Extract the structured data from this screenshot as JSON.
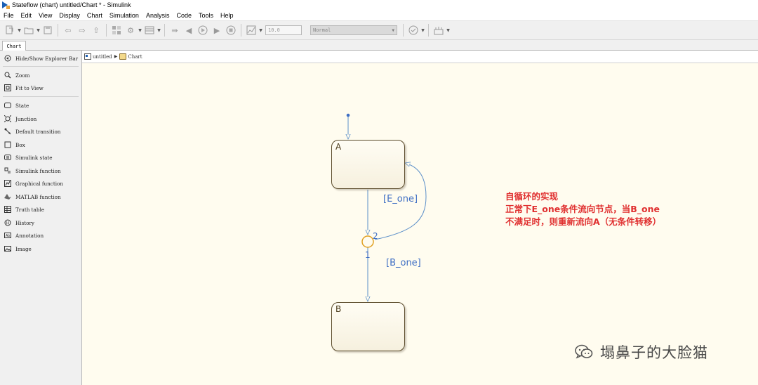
{
  "window": {
    "title": "Stateflow (chart) untitled/Chart * - Simulink"
  },
  "menu": [
    "File",
    "Edit",
    "View",
    "Display",
    "Chart",
    "Simulation",
    "Analysis",
    "Code",
    "Tools",
    "Help"
  ],
  "toolbar": {
    "stop_time": "10.0",
    "sim_mode": "Normal"
  },
  "tabs": [
    {
      "label": "Chart"
    }
  ],
  "breadcrumb": {
    "model": "untitled",
    "chart": "Chart"
  },
  "palette": {
    "items": [
      {
        "label": "Hide/Show Explorer Bar",
        "icon": "explorer-bar-icon"
      },
      {
        "label": "Zoom",
        "icon": "zoom-icon"
      },
      {
        "label": "Fit to View",
        "icon": "fit-to-view-icon"
      },
      {
        "label": "State",
        "icon": "state-icon"
      },
      {
        "label": "Junction",
        "icon": "junction-icon"
      },
      {
        "label": "Default transition",
        "icon": "default-transition-icon"
      },
      {
        "label": "Box",
        "icon": "box-icon"
      },
      {
        "label": "Simulink state",
        "icon": "simulink-state-icon"
      },
      {
        "label": "Simulink function",
        "icon": "simulink-function-icon"
      },
      {
        "label": "Graphical function",
        "icon": "graphical-function-icon"
      },
      {
        "label": "MATLAB function",
        "icon": "matlab-function-icon"
      },
      {
        "label": "Truth table",
        "icon": "truth-table-icon"
      },
      {
        "label": "History",
        "icon": "history-icon"
      },
      {
        "label": "Annotation",
        "icon": "annotation-icon"
      },
      {
        "label": "Image",
        "icon": "image-icon"
      }
    ]
  },
  "chart": {
    "states": [
      {
        "name": "A"
      },
      {
        "name": "B"
      }
    ],
    "transitions": {
      "self_loop_condition": "[E_one]",
      "to_b_condition": "[B_one]",
      "order_to_b": "1",
      "order_loop": "2"
    },
    "annotation": {
      "lines": [
        "自循环的实现",
        "正常下E_one条件流向节点，当B_one",
        "不满足时，则重新流向A（无条件转移）"
      ]
    },
    "colors": {
      "transition": "#5b8fc9",
      "junction": "#e0a020",
      "annotation": "#e03030",
      "canvas": "#fffcef"
    }
  },
  "watermark": {
    "text": "塌鼻子的大脸猫"
  }
}
